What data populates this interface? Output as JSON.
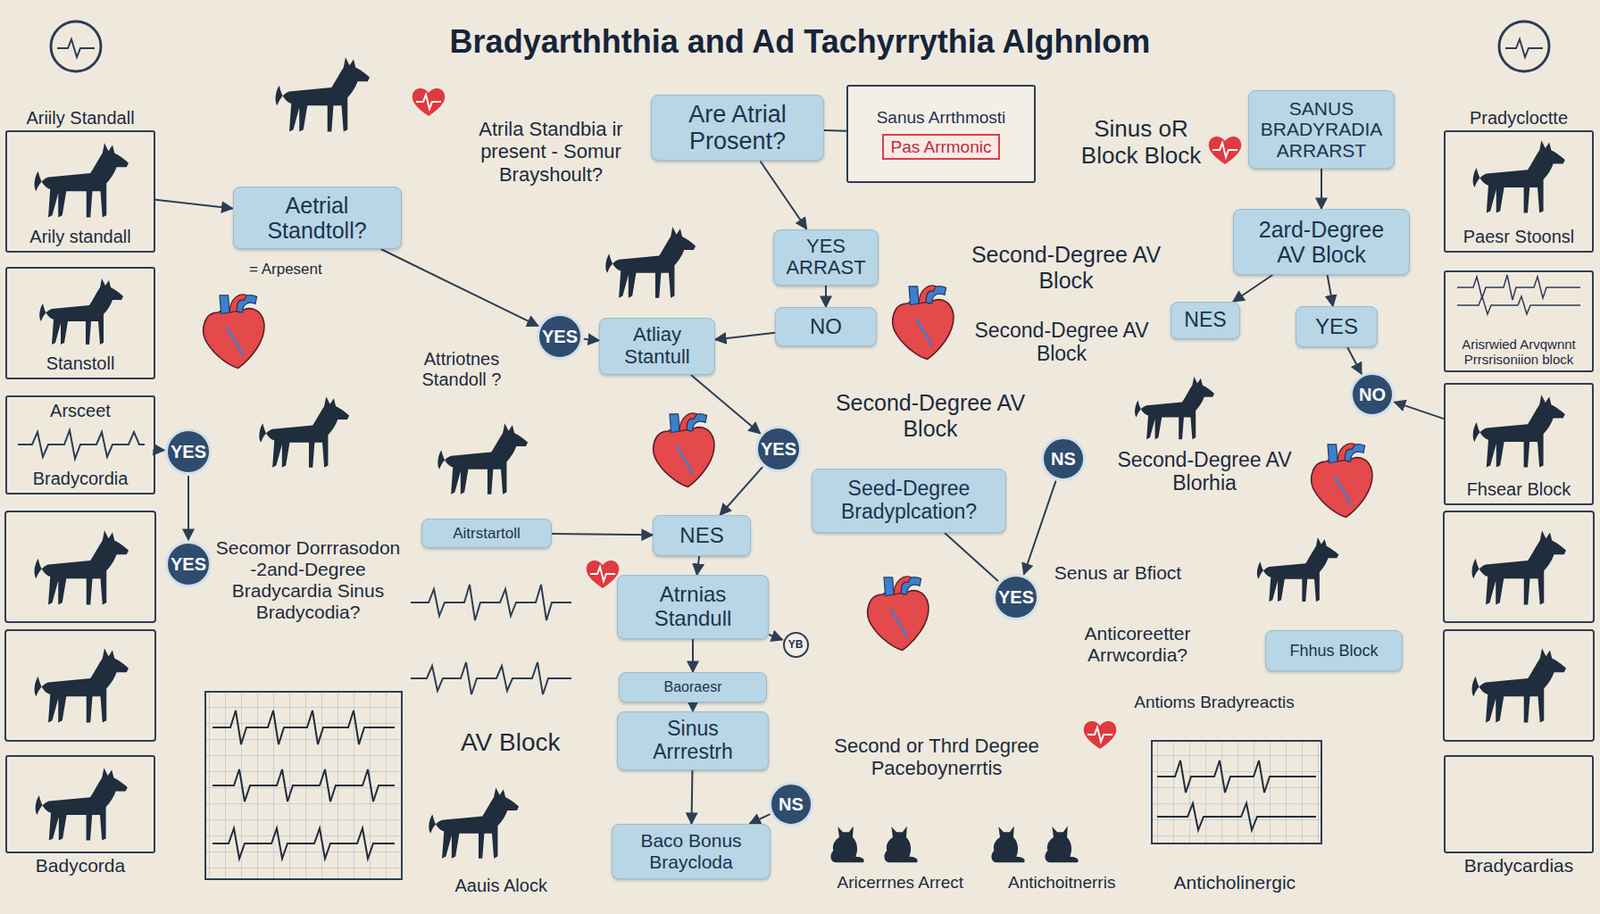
{
  "diagram": {
    "title": "Bradyarthhthia and Ad Tachyrrythia Alghnlom",
    "nodes": [
      {
        "text": [
          "Ariily Standall",
          "Arily standall"
        ]
      },
      {
        "text": [
          "Stanstoll"
        ]
      },
      {
        "text": [
          "Arsceet",
          "Bradycordia"
        ]
      },
      {
        "text": [
          "Badycorda"
        ]
      },
      {
        "text": [
          "Aetrial Standtoll?"
        ]
      },
      {
        "text": [
          "Are Atrial Prosent?"
        ]
      },
      {
        "text": [
          "Sanus Arrthmosti",
          "Pas Arrmonic"
        ]
      },
      {
        "text": [
          "YES ARRAST"
        ]
      },
      {
        "text": [
          "NO"
        ]
      },
      {
        "text": [
          "Atliay Stantull"
        ]
      },
      {
        "text": [
          "SANUS BRADYRADIA ARRARST"
        ]
      },
      {
        "text": [
          "2ard-Degree AV Block"
        ]
      },
      {
        "text": [
          "NES"
        ]
      },
      {
        "text": [
          "YES"
        ]
      },
      {
        "text": [
          "YES"
        ]
      },
      {
        "text": [
          "YES"
        ]
      },
      {
        "text": [
          "YES"
        ]
      },
      {
        "text": [
          "YES"
        ]
      },
      {
        "text": [
          "NS"
        ]
      },
      {
        "text": [
          "NO"
        ]
      },
      {
        "text": [
          "Aitrstartoll"
        ]
      },
      {
        "text": [
          "NES"
        ]
      },
      {
        "text": [
          "Seed-Degree Bradyplcation?"
        ]
      },
      {
        "text": [
          "YES"
        ]
      },
      {
        "text": [
          "Atrnias Standull"
        ]
      },
      {
        "text": [
          "YB"
        ]
      },
      {
        "text": [
          "Fhhus Block"
        ]
      },
      {
        "text": [
          "Baoraesr"
        ]
      },
      {
        "text": [
          "Sinus Arrrestrh"
        ]
      },
      {
        "text": [
          "NS"
        ]
      },
      {
        "text": [
          "Baco Bonus Braycloda"
        ]
      },
      {
        "text": [
          "Pradycloctte",
          "Paesr Stoonsl"
        ]
      },
      {
        "text": [
          "Arisrwied Arvqwnnt Prrsrisoniion block"
        ]
      },
      {
        "text": [
          "Fhsear Block"
        ]
      },
      {
        "text": [
          "Bradycardias"
        ]
      }
    ],
    "edges": [
      {
        "from": 0,
        "to": 4,
        "arrow": "to"
      },
      {
        "from": 4,
        "to": 16,
        "arrow": "to"
      },
      {
        "from": 5,
        "to": 7,
        "arrow": "to"
      },
      {
        "from": 7,
        "to": 8,
        "arrow": "to"
      },
      {
        "from": 8,
        "to": 9,
        "arrow": "to"
      },
      {
        "from": 9,
        "to": 17,
        "arrow": "to"
      },
      {
        "from": 17,
        "to": 21,
        "arrow": "to"
      },
      {
        "from": 21,
        "to": 24,
        "arrow": "to"
      },
      {
        "from": 24,
        "to": 27,
        "arrow": "to"
      },
      {
        "from": 27,
        "to": 28,
        "arrow": "to"
      },
      {
        "from": 28,
        "to": 30,
        "arrow": "to"
      },
      {
        "from": 29,
        "to": 30,
        "arrow": "to"
      },
      {
        "from": 14,
        "to": 15,
        "arrow": "to"
      },
      {
        "from": 10,
        "to": 11,
        "arrow": "to"
      },
      {
        "from": 11,
        "to": 13,
        "arrow": "to"
      },
      {
        "from": 13,
        "to": 19,
        "arrow": "to"
      },
      {
        "from": 11,
        "to": 12,
        "arrow": "to"
      },
      {
        "from": 18,
        "to": 23,
        "arrow": "to"
      },
      {
        "from": 22,
        "to": 23,
        "arrow": "none"
      },
      {
        "from": 5,
        "to": 6,
        "arrow": "none"
      },
      {
        "from": 24,
        "to": 25,
        "arrow": "to"
      },
      {
        "from": 2,
        "to": 14,
        "arrow": "to"
      },
      {
        "from": 33,
        "to": 19,
        "arrow": "to"
      },
      {
        "from": 20,
        "to": 21,
        "arrow": "to"
      },
      {
        "from": 16,
        "to": 9,
        "arrow": "to"
      }
    ],
    "labels": [
      "Atrila Standbia ir present - Somur Brayshoult?",
      "Sinus oR Block Block",
      "Second-Degree AV Block",
      "Second-Degree AV Block",
      "Second-Degree AV Block",
      "Second-Degree AV Blorhia",
      "Attriotnes Standoll ?",
      "= Arpesent",
      "Secomor Dorrrasodon -2and-Degree Bradycardia Sinus Bradycodia?",
      "AV Block",
      "Second or Thrd Degree Paceboynerrtis",
      "Senus ar Bfioct",
      "Anticoreetter Arrwcordia?",
      "Antioms Bradyreactis",
      "Aricerrnes Arrect",
      "Antichoitnerris",
      "Anticholinergic",
      "Aauis Alock"
    ]
  }
}
